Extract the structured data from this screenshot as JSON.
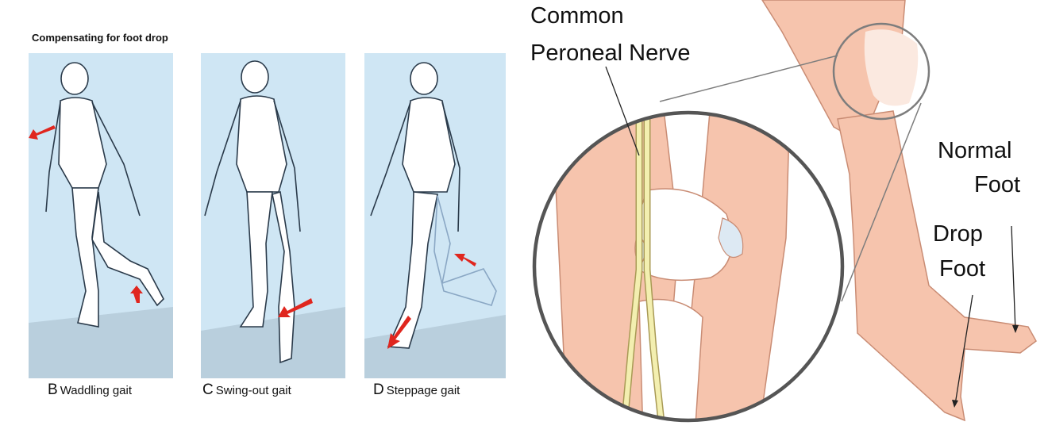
{
  "left_figure": {
    "title": "Compensating for foot drop",
    "panels": [
      {
        "letter": "B",
        "caption": "Waddling gait"
      },
      {
        "letter": "C",
        "caption": "Swing-out gait"
      },
      {
        "letter": "D",
        "caption": "Steppage gait"
      }
    ]
  },
  "right_figure": {
    "nerve_label_line1": "Common",
    "nerve_label_line2": "Peroneal Nerve",
    "normal_label_line1": "Normal",
    "normal_label_line2": "Foot",
    "drop_label_line1": "Drop",
    "drop_label_line2": "Foot"
  },
  "colors": {
    "panel_bg": "#cfe6f4",
    "arrow": "#e0261e",
    "skin": "#f6c4ad",
    "nerve": "#f3efb0"
  }
}
